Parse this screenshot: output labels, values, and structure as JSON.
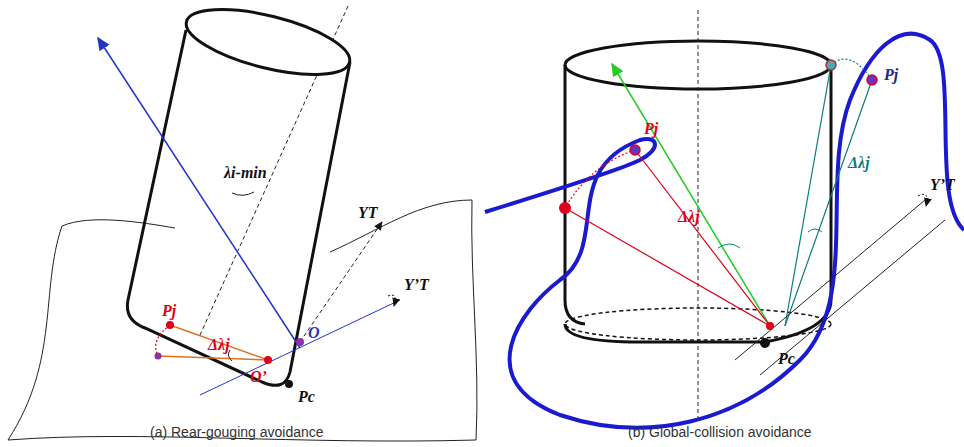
{
  "diagram": {
    "labels": [
      "λi-min",
      "Pj",
      "Δλj",
      "YT",
      "Y’T",
      "O",
      "O’",
      "Pc",
      "(a) Rear-gouging avoidance",
      "Pj",
      "Δλj",
      "Pj",
      "Δλj",
      "Y’T",
      "Pc",
      "(b) Global-collision avoidance"
    ]
  }
}
